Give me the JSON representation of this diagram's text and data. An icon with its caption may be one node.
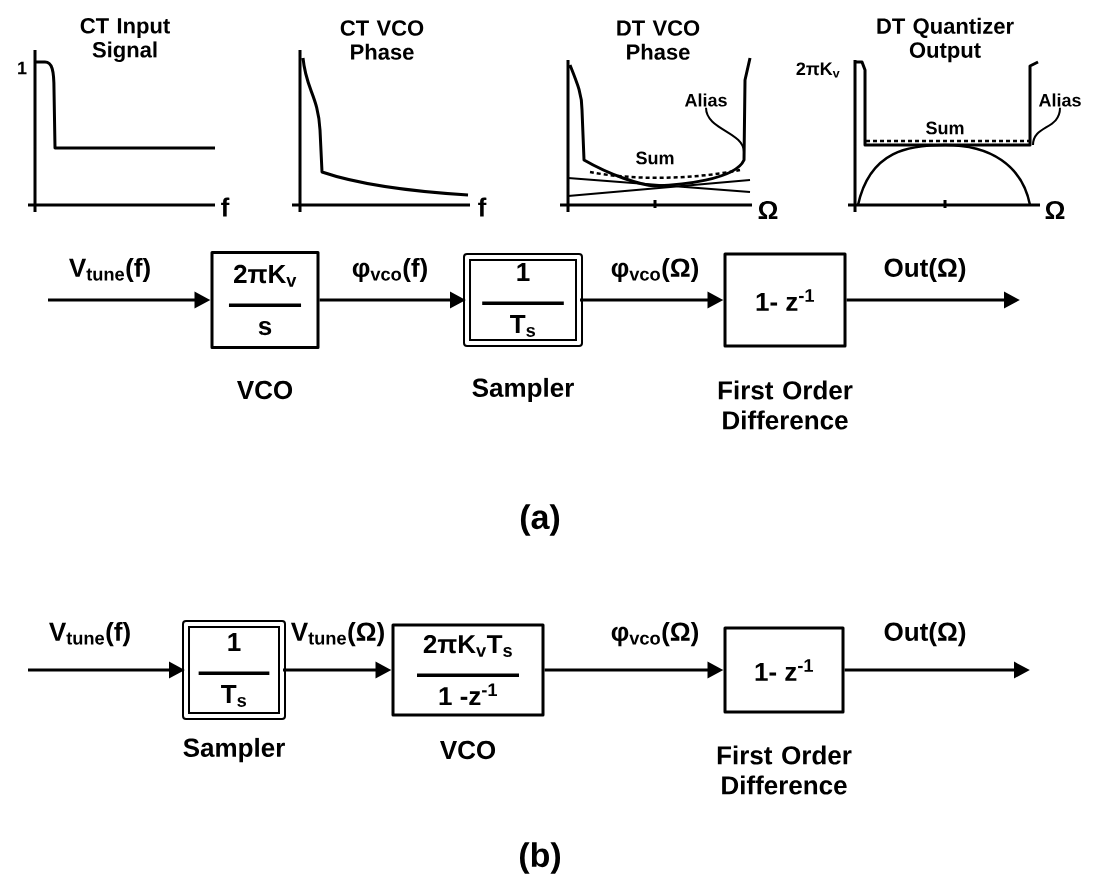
{
  "diagram": {
    "nodes": [
      {
        "text": [
          "Alias"
        ]
      },
      {
        "text": [
          "Alias"
        ]
      },
      {
        "text": [
          "2πK$_{v}$",
          "s"
        ],
        "beside": [
          "VCO"
        ]
      },
      {
        "text": [
          "1",
          "T$_{s}$"
        ],
        "beside": [
          "Sampler"
        ]
      },
      {
        "text": [
          "1- z$^{-1}$"
        ],
        "beside": [
          "First Order Difference"
        ]
      },
      {
        "text": [
          "1",
          "T$_{s}$"
        ],
        "beside": [
          "Sampler"
        ]
      },
      {
        "text": [
          "2πK$_{v}$T$_{s}$",
          "1 -z$^{-1}$"
        ],
        "beside": [
          "VCO"
        ]
      },
      {
        "text": [
          "1- z$^{-1}$"
        ],
        "beside": [
          "First Order Difference"
        ]
      }
    ],
    "edges": [
      {
        "from": 0,
        "to": null,
        "arrow": "none"
      },
      {
        "from": 1,
        "to": null,
        "arrow": "none"
      },
      {
        "from": null,
        "to": 2,
        "arrow": "to",
        "label": "V$_{tune}$(f)"
      },
      {
        "from": 2,
        "to": 3,
        "arrow": "to",
        "label": "φ$_{vco}$(f)"
      },
      {
        "from": 3,
        "to": 4,
        "arrow": "to",
        "label": "φ$_{vco}$(Ω)"
      },
      {
        "from": 4,
        "to": null,
        "arrow": "to",
        "label": "Out(Ω)"
      },
      {
        "from": null,
        "to": 5,
        "arrow": "to",
        "label": "V$_{tune}$(f)"
      },
      {
        "from": 5,
        "to": 6,
        "arrow": "to",
        "label": "V$_{tune}$(Ω)"
      },
      {
        "from": 6,
        "to": 7,
        "arrow": "to",
        "label": "φ$_{vco}$(Ω)"
      },
      {
        "from": 7,
        "to": null,
        "arrow": "to",
        "label": "Out(Ω)"
      }
    ],
    "labels": [
      "CT Input Signal",
      "CT VCO Phase",
      "DT VCO Phase",
      "DT Quantizer Output",
      "1",
      "2πK$_{v}$",
      "Sum",
      "Sum",
      "f",
      "f",
      "Ω",
      "Ω",
      "(a)",
      "(b)"
    ]
  }
}
